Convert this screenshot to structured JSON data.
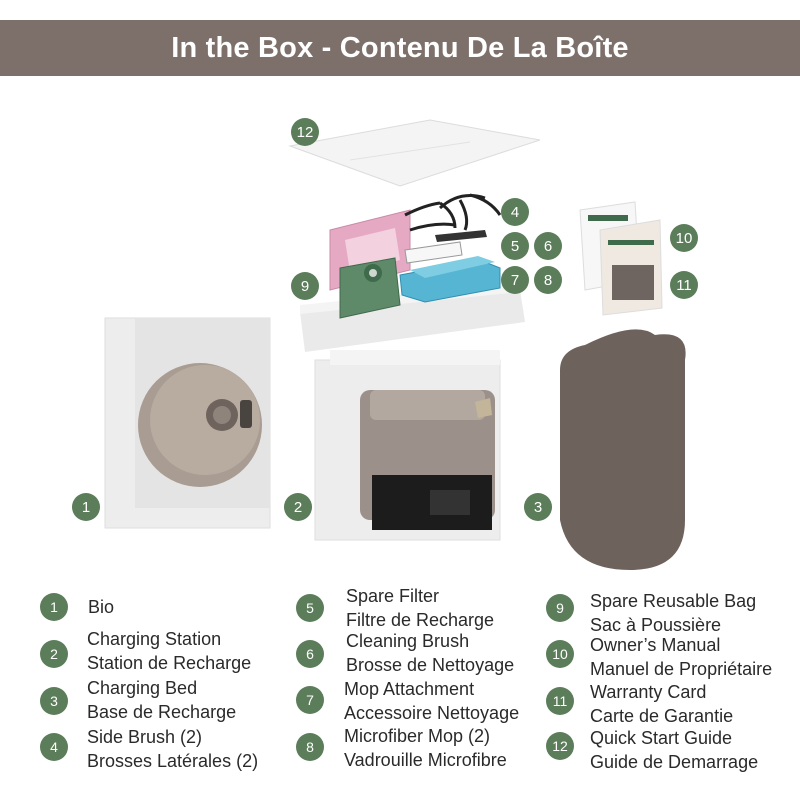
{
  "header": {
    "title": "In the Box - Contenu De La Boîte"
  },
  "colors": {
    "header_bg": "#7d706b",
    "badge": "#5b7d5a"
  },
  "items": [
    {
      "num": "1",
      "line1": "Bio",
      "line2": ""
    },
    {
      "num": "2",
      "line1": "Charging Station",
      "line2": "Station de Recharge"
    },
    {
      "num": "3",
      "line1": "Charging Bed",
      "line2": "Base de Recharge"
    },
    {
      "num": "4",
      "line1": "Side Brush (2)",
      "line2": "Brosses Latérales (2)"
    },
    {
      "num": "5",
      "line1": "Spare Filter",
      "line2": "Filtre de Recharge"
    },
    {
      "num": "6",
      "line1": "Cleaning Brush",
      "line2": "Brosse de Nettoyage"
    },
    {
      "num": "7",
      "line1": "Mop Attachment",
      "line2": "Accessoire Nettoyage"
    },
    {
      "num": "8",
      "line1": "Microfiber Mop (2)",
      "line2": "Vadrouille Microfibre"
    },
    {
      "num": "9",
      "line1": "Spare Reusable Bag",
      "line2": "Sac à Poussière"
    },
    {
      "num": "10",
      "line1": "Owner’s Manual",
      "line2": "Manuel de Propriétaire"
    },
    {
      "num": "11",
      "line1": "Warranty Card",
      "line2": "Carte de Garantie"
    },
    {
      "num": "12",
      "line1": "Quick Start Guide",
      "line2": "Guide de Demarrage"
    }
  ]
}
